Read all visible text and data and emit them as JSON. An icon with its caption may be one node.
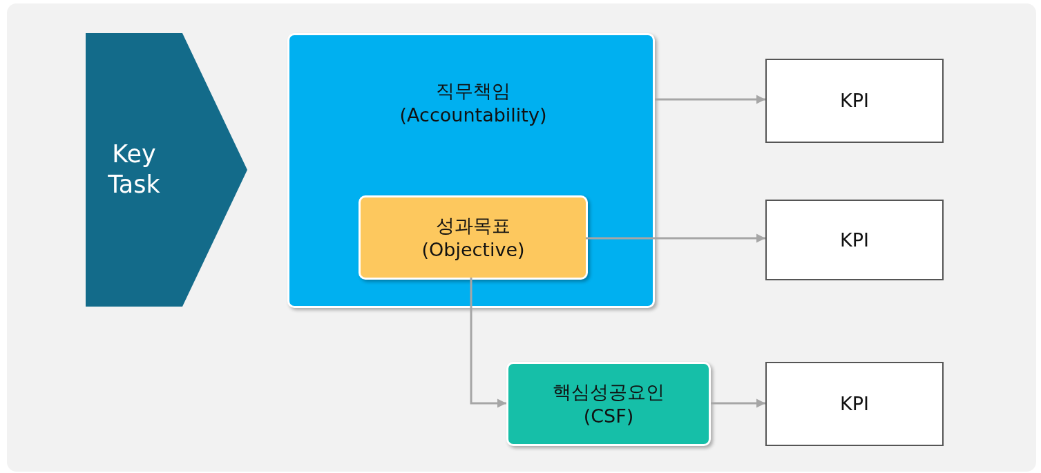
{
  "diagram": {
    "nodes": [
      {
        "text": [
          "Key Task"
        ]
      },
      {
        "text": [
          "직무책임 (Accountability)"
        ]
      },
      {
        "text": [
          "성과목표 (Objective)"
        ],
        "in": 1
      },
      {
        "text": [
          "KPI"
        ]
      },
      {
        "text": [
          "KPI"
        ]
      },
      {
        "text": [
          "핵심성공요인 (CSF)"
        ]
      },
      {
        "text": [
          "KPI"
        ]
      }
    ],
    "edges": [
      {
        "from": 1,
        "to": 3,
        "arrow": "to"
      },
      {
        "from": 2,
        "to": 4,
        "arrow": "to"
      },
      {
        "from": 2,
        "to": 5,
        "arrow": "to"
      },
      {
        "from": 5,
        "to": 6,
        "arrow": "to"
      }
    ]
  }
}
